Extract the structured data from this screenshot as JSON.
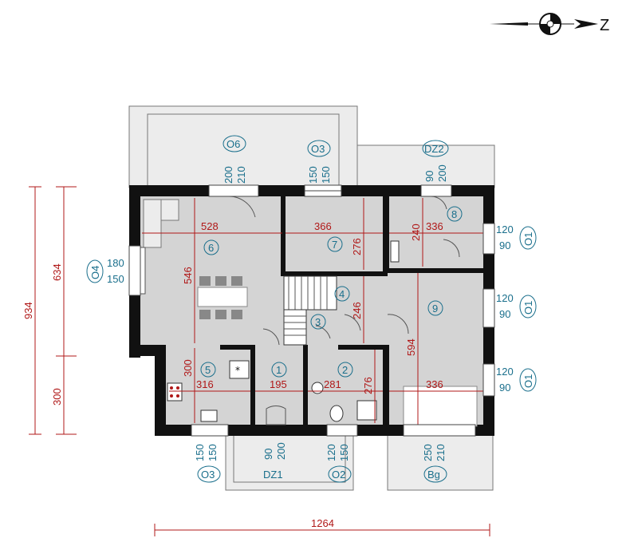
{
  "dimensions": {
    "total_width": "1264",
    "total_height": "934",
    "left_upper": "634",
    "left_lower": "300",
    "room6_width": "528",
    "room6_height": "546",
    "room7_width": "366",
    "room7_height": "276",
    "room8_width": "336",
    "room8_height": "240",
    "room4_height": "246",
    "room9_height": "594",
    "room9_width": "336",
    "room5_width": "316",
    "room5_height": "300",
    "room1_width": "195",
    "room2_width": "281",
    "room2_height": "276"
  },
  "rooms": [
    "1",
    "2",
    "3",
    "4",
    "5",
    "6",
    "7",
    "8",
    "9"
  ],
  "openings": {
    "o6": {
      "label": "O6",
      "w": "200",
      "h": "210"
    },
    "o3_top": {
      "label": "O3",
      "w": "150",
      "h": "150"
    },
    "dz2": {
      "label": "DZ2",
      "w": "90",
      "h": "200"
    },
    "o4": {
      "label": "O4",
      "w": "180",
      "h": "150"
    },
    "o1_a": {
      "label": "O1",
      "w": "120",
      "h": "90"
    },
    "o1_b": {
      "label": "O1",
      "w": "120",
      "h": "90"
    },
    "o1_c": {
      "label": "O1",
      "w": "120",
      "h": "90"
    },
    "o3_bottom": {
      "label": "O3",
      "w": "150",
      "h": "150"
    },
    "dz1": {
      "label": "DZ1",
      "w": "90",
      "h": "200"
    },
    "o2": {
      "label": "O2",
      "w": "120",
      "h": "150"
    },
    "bg": {
      "label": "Bg",
      "w": "250",
      "h": "210"
    }
  },
  "compass": {
    "label": "Z"
  }
}
